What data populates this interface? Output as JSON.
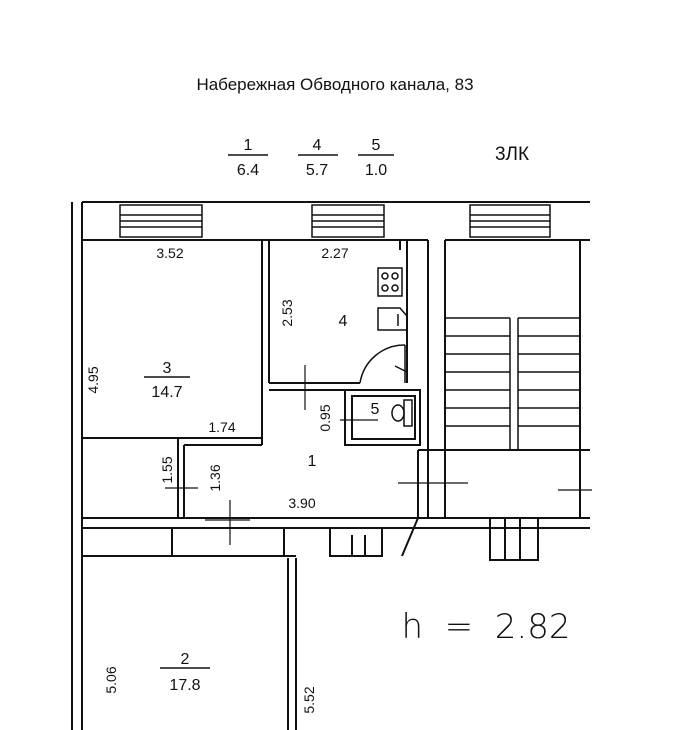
{
  "title": "Набережная Обводного канала, 83",
  "stair_label": "3ЛК",
  "legend": [
    {
      "number": "1",
      "area": "6.4"
    },
    {
      "number": "4",
      "area": "5.7"
    },
    {
      "number": "5",
      "area": "1.0"
    }
  ],
  "rooms": {
    "room1": {
      "number": "1"
    },
    "room2": {
      "number": "2",
      "area": "17.8"
    },
    "room3": {
      "number": "3",
      "area": "14.7"
    },
    "room4": {
      "number": "4"
    },
    "room5": {
      "number": "5"
    }
  },
  "dimensions": {
    "d_352": "3.52",
    "d_227": "2.27",
    "d_253": "2.53",
    "d_495": "4.95",
    "d_174": "1.74",
    "d_095": "0.95",
    "d_155": "1.55",
    "d_136": "1.36",
    "d_390": "3.90",
    "d_506": "5.06",
    "d_552": "5.52"
  },
  "ceiling_height": "h  =  2.82"
}
